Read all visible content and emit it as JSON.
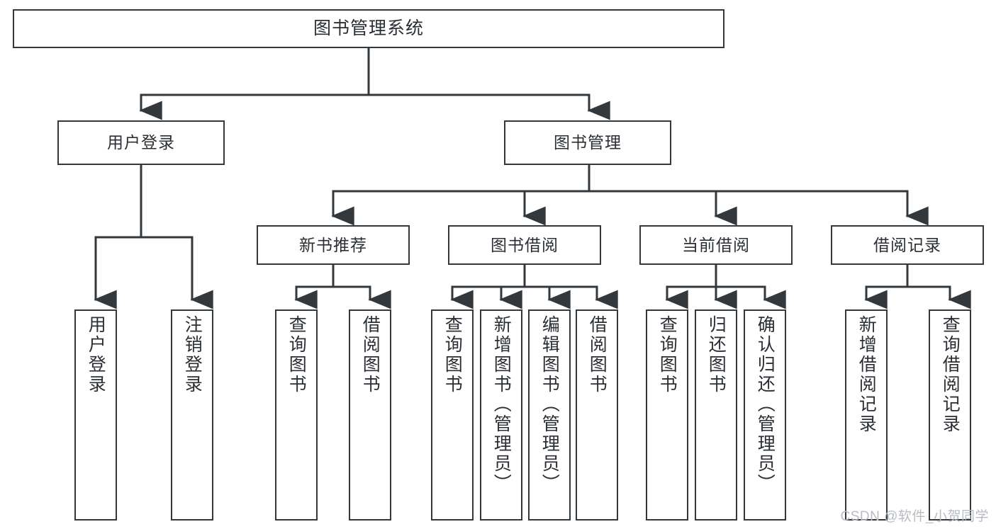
{
  "diagram": {
    "title": "图书管理系统",
    "type": "hierarchy-tree",
    "colors": {
      "box_border": "#33383d",
      "box_fill": "#ffffff",
      "edge": "#33383d",
      "text": "#2b2f33",
      "watermark": "#b9bcc0"
    },
    "root": {
      "label": "图书管理系统"
    },
    "level2": [
      {
        "label": "用户登录"
      },
      {
        "label": "图书管理"
      }
    ],
    "level3": [
      {
        "label": "新书推荐"
      },
      {
        "label": "图书借阅"
      },
      {
        "label": "当前借阅"
      },
      {
        "label": "借阅记录"
      }
    ],
    "leaves": {
      "user_login": [
        {
          "label": "用户登录"
        },
        {
          "label": "注销登录"
        }
      ],
      "new_book_recommend": [
        {
          "label": "查询图书"
        },
        {
          "label": "借阅图书"
        }
      ],
      "book_borrow": [
        {
          "label": "查询图书"
        },
        {
          "label": "新增图书（管理员）"
        },
        {
          "label": "编辑图书（管理员）"
        },
        {
          "label": "借阅图书"
        }
      ],
      "current_borrow": [
        {
          "label": "查询图书"
        },
        {
          "label": "归还图书"
        },
        {
          "label": "确认归还（管理员）"
        }
      ],
      "borrow_record": [
        {
          "label": "新增借阅记录"
        },
        {
          "label": "查询借阅记录"
        }
      ]
    }
  },
  "watermark": {
    "text": "CSDN @软件_小贺同学"
  }
}
